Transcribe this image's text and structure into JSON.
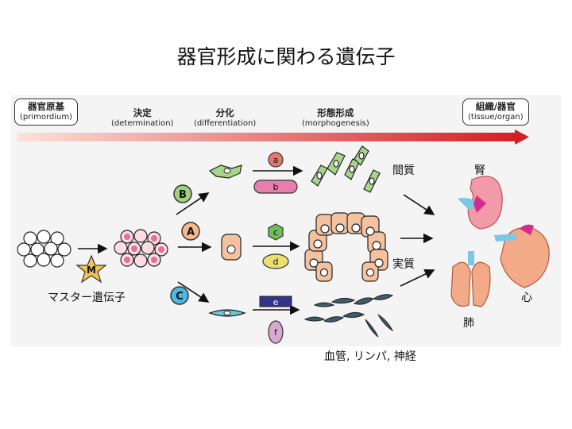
{
  "title": "器官形成に関わる遺伝子",
  "stages": [
    {
      "jp": "器官原基",
      "en": "(primordium)"
    },
    {
      "jp": "決定",
      "en": "(determination)"
    },
    {
      "jp": "分化",
      "en": "(differentiation)"
    },
    {
      "jp": "形態形成",
      "en": "(morphogenesis)"
    },
    {
      "jp": "組織/器官",
      "en": "(tissue/organ)"
    }
  ],
  "genes": {
    "A": "A",
    "B": "B",
    "C": "C",
    "M": "M",
    "a": "a",
    "b": "b",
    "c": "c",
    "d": "d",
    "e": "e",
    "f": "f"
  },
  "labels": {
    "master": "マスター遺伝子",
    "mesenchyme": "間質",
    "parenchyma": "実質",
    "vessels": "血管, リンパ, 神経",
    "kidney": "腎",
    "heart": "心",
    "lung": "肺"
  },
  "colors": {
    "arrow_start": "#fbe2da",
    "arrow_end": "#d51d24",
    "A": "#f7b98a",
    "B": "#9fd27a",
    "C": "#4db8e0"
  }
}
